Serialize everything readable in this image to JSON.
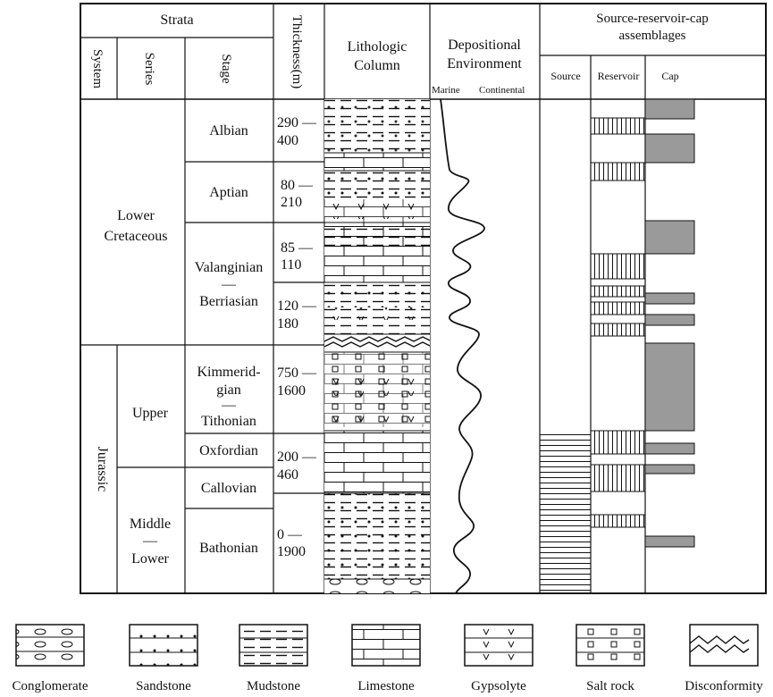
{
  "header": {
    "strata": "Strata",
    "system": "System",
    "series": "Series",
    "stage": "Stage",
    "thickness": "Thickness(m)",
    "lithologic_column": [
      "Lithologic",
      "Column"
    ],
    "depositional": [
      "Depositional",
      "Environment"
    ],
    "marine": "Marine",
    "continental": "Continental",
    "src": [
      "Source-reservoir-cap",
      "assemblages"
    ],
    "source": "Source",
    "reservoir": "Reservoir",
    "cap": "Cap"
  },
  "systems": [
    {
      "name": "Jurassic"
    }
  ],
  "series": [
    {
      "lines": [
        "Lower",
        "Cretaceous"
      ]
    },
    {
      "lines": [
        "Upper"
      ]
    },
    {
      "lines": [
        "Middle",
        "—",
        "Lower"
      ]
    }
  ],
  "stages": [
    {
      "lines": [
        "Albian"
      ]
    },
    {
      "lines": [
        "Aptian"
      ]
    },
    {
      "lines": [
        "Valanginian",
        "—",
        "Berriasian"
      ]
    },
    {
      "lines": [
        "Kimmerid-",
        "gian",
        "—",
        "Tithonian"
      ]
    },
    {
      "lines": [
        "Oxfordian"
      ]
    },
    {
      "lines": [
        "Callovian"
      ]
    },
    {
      "lines": [
        "Bathonian"
      ]
    }
  ],
  "thickness": [
    {
      "lines": [
        "290 —",
        "400"
      ]
    },
    {
      "lines": [
        "80 —",
        "210"
      ]
    },
    {
      "lines": [
        "85 —",
        "110"
      ]
    },
    {
      "lines": [
        "120 —",
        "180"
      ]
    },
    {
      "lines": [
        "750 —",
        "1600"
      ]
    },
    {
      "lines": [
        "200 —",
        "460"
      ]
    },
    {
      "lines": [
        "0 —",
        "1900"
      ]
    }
  ],
  "legend": [
    {
      "key": "conglomerate",
      "label": "Conglomerate"
    },
    {
      "key": "sandstone",
      "label": "Sandstone"
    },
    {
      "key": "mudstone",
      "label": "Mudstone"
    },
    {
      "key": "limestone",
      "label": "Limestone"
    },
    {
      "key": "gypsolyte",
      "label": "Gypsolyte"
    },
    {
      "key": "saltrock",
      "label": "Salt rock"
    },
    {
      "key": "disconformity",
      "label": "Disconformity"
    }
  ],
  "colors": {
    "line": "#111111",
    "cap_fill": "#9a9a9a"
  }
}
